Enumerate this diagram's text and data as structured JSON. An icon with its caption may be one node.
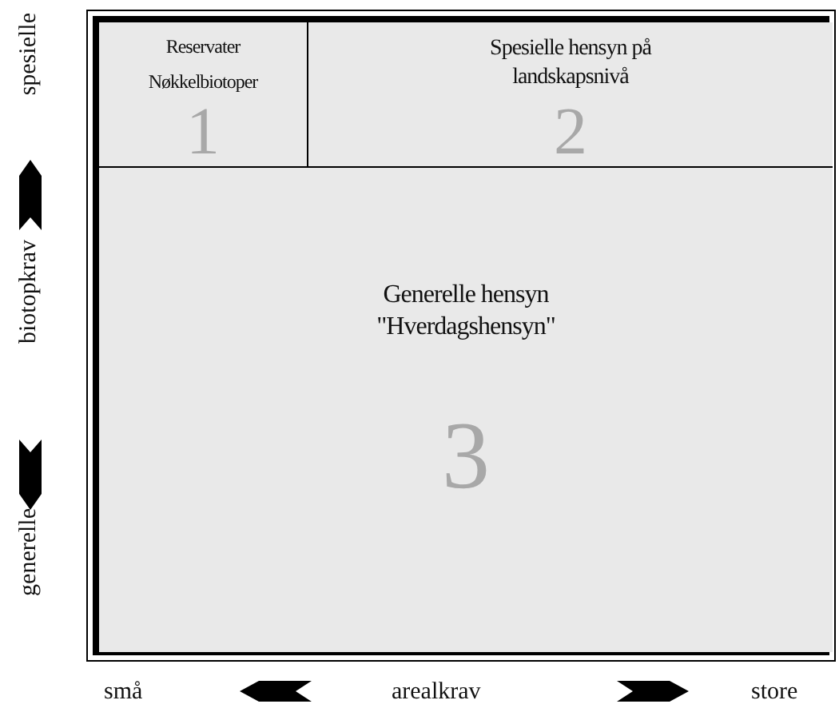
{
  "diagram": {
    "nodes": [
      {
        "text": [
          "Reservater",
          "Nøkkelbiotoper",
          "1"
        ]
      },
      {
        "text": [
          "Spesielle hensyn på landskapsnivå",
          "2"
        ]
      },
      {
        "text": [
          "Generelle hensyn \"Hverdagshensyn\"",
          "3"
        ]
      }
    ],
    "labels": [
      "spesielle",
      "biotopkrav",
      "generelle",
      "små",
      "arealkrav",
      "store"
    ]
  }
}
